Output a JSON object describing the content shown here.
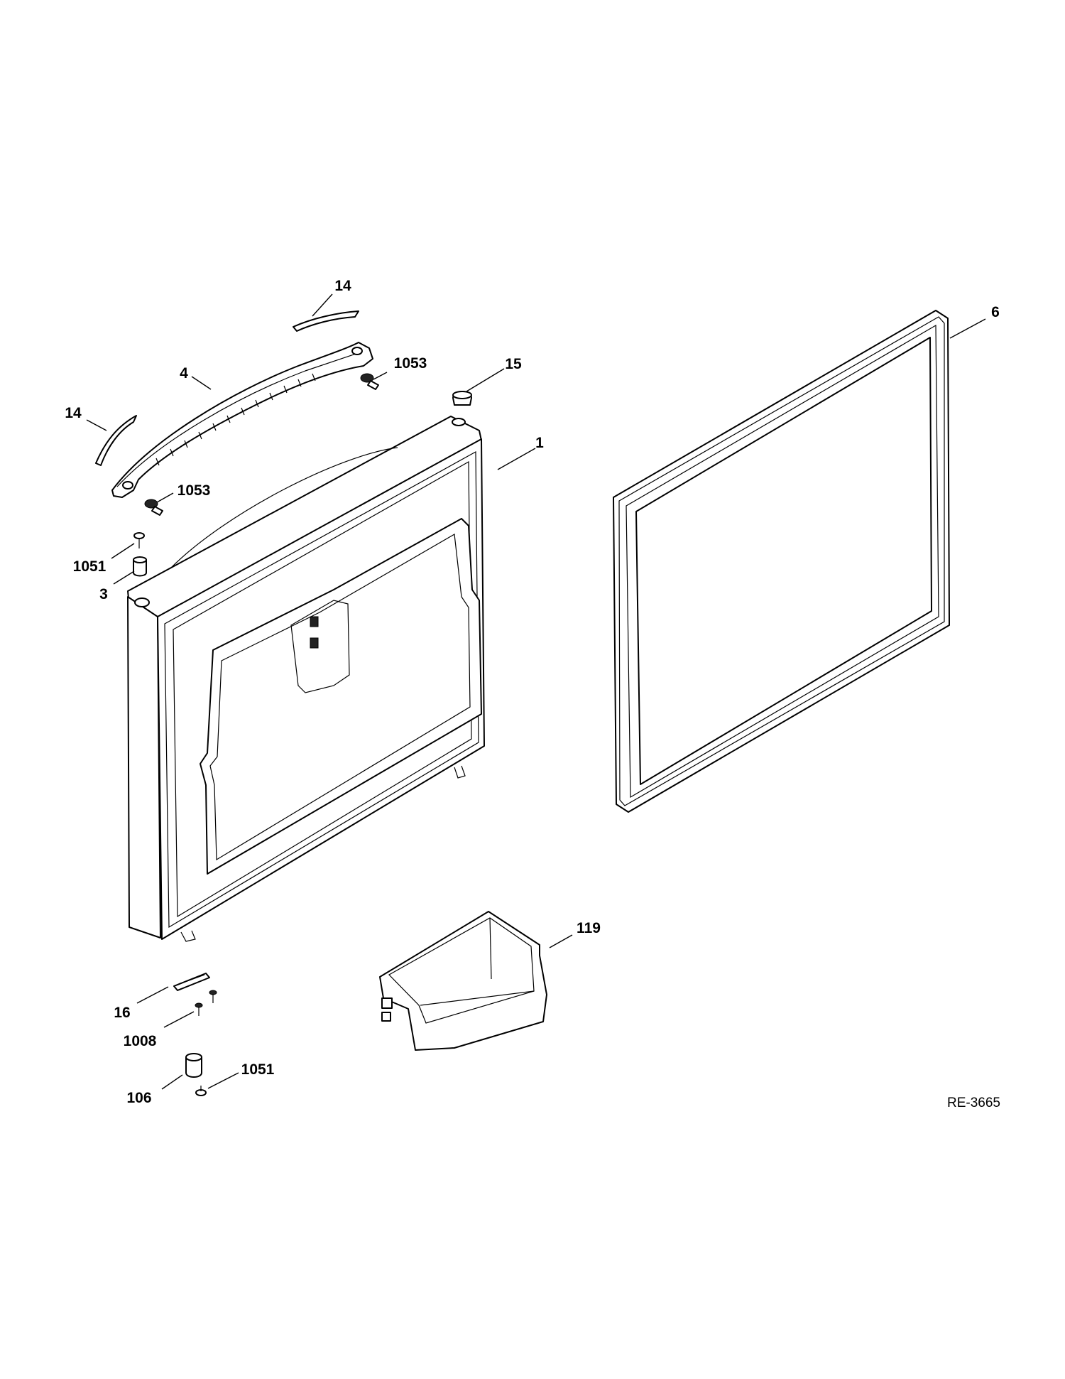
{
  "diagram": {
    "reference_code": "RE-3665",
    "callouts": {
      "handle_cap_top": "14",
      "handle_cap_left": "14",
      "door_gasket": "6",
      "handle": "4",
      "screw_top": "1053",
      "screw_left": "1053",
      "plug": "15",
      "door_assembly": "1",
      "screw_hinge_top": "1051",
      "bushing_top": "3",
      "door_bin": "119",
      "stop": "16",
      "screw_stop": "1008",
      "bushing_bottom": "106",
      "screw_hinge_bottom": "1051"
    }
  }
}
